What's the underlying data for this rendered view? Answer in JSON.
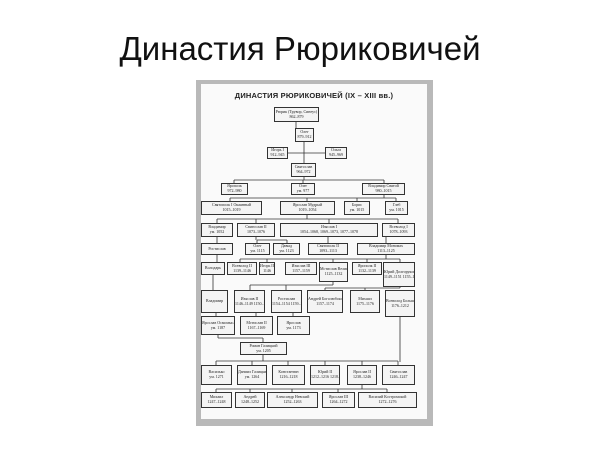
{
  "slide": {
    "title": "Династия Рюриковичей"
  },
  "diagram": {
    "title": "ДИНАСТИЯ РЮРИКОВИЧЕЙ (IX – XIII вв.)",
    "nodes": [
      {
        "name": "Рюрик (Трувор, Синеус)",
        "dates": "862–879"
      },
      {
        "name": "Олег",
        "dates": "879–912"
      },
      {
        "name": "Игорь I",
        "dates": "912–945"
      },
      {
        "name": "Ольга",
        "dates": "945–969"
      },
      {
        "name": "Святослав",
        "dates": "964–972"
      },
      {
        "name": "Ярополк",
        "dates": "972–980"
      },
      {
        "name": "Олег",
        "dates": "ум. 977"
      },
      {
        "name": "Владимир Святой",
        "dates": "980–1015"
      },
      {
        "name": "Святополк I Окаянный",
        "dates": "1015–1019"
      },
      {
        "name": "Ярослав Мудрый",
        "dates": "1019–1054"
      },
      {
        "name": "Борис",
        "dates": "ум. 1015"
      },
      {
        "name": "Глеб",
        "dates": "ум. 1015"
      },
      {
        "name": "Владимир",
        "dates": "ум. 1052"
      },
      {
        "name": "Святослав II",
        "dates": "1073–1076"
      },
      {
        "name": "Изяслав I",
        "dates": "1054–1068, 1069–1073, 1077–1078"
      },
      {
        "name": "Всеволод I",
        "dates": "1078–1093"
      },
      {
        "name": "Ростислав",
        "dates": ""
      },
      {
        "name": "Олег",
        "dates": "ум. 1115"
      },
      {
        "name": "Давыд",
        "dates": "ум. 1123"
      },
      {
        "name": "Святополк II",
        "dates": "1093–1113"
      },
      {
        "name": "Владимир Мономах",
        "dates": "1113–1125"
      },
      {
        "name": "Володарь",
        "dates": ""
      },
      {
        "name": "Всеволод II",
        "dates": "1139–1146"
      },
      {
        "name": "Игорь II",
        "dates": "1146"
      },
      {
        "name": "Изяслав III",
        "dates": "1157–1159"
      },
      {
        "name": "Мстислав Великий",
        "dates": "1125–1132"
      },
      {
        "name": "Ярополк II",
        "dates": "1132–1139"
      },
      {
        "name": "Юрий Долгорукий",
        "dates": "1149–1151 1155–1157"
      },
      {
        "name": "Владимир",
        "dates": ""
      },
      {
        "name": "Изяслав II",
        "dates": "1146–1149 1150–1154"
      },
      {
        "name": "Ростислав",
        "dates": "1154–1154 1159–1167"
      },
      {
        "name": "Андрей Боголюбский",
        "dates": "1157–1174"
      },
      {
        "name": "Михаил",
        "dates": "1175–1176"
      },
      {
        "name": "Всеволод Большое Гнездо",
        "dates": "1176–1212"
      },
      {
        "name": "Ярослав Осмомысл",
        "dates": "ум. 1187"
      },
      {
        "name": "Мстислав II",
        "dates": "1167–1169"
      },
      {
        "name": "Ярослав",
        "dates": "ум. 1173"
      },
      {
        "name": "Роман Галицкий",
        "dates": "ум. 1205"
      },
      {
        "name": "Василько",
        "dates": "ум. 1271"
      },
      {
        "name": "Даниил Галицкий",
        "dates": "ум. 1264"
      },
      {
        "name": "Константин",
        "dates": "1216–1218"
      },
      {
        "name": "Юрий II",
        "dates": "1212–1216 1218–1238"
      },
      {
        "name": "Ярослав II",
        "dates": "1238–1246"
      },
      {
        "name": "Святослав",
        "dates": "1246–1247"
      },
      {
        "name": "Михаил",
        "dates": "1247–1248"
      },
      {
        "name": "Андрей",
        "dates": "1248–1252"
      },
      {
        "name": "Александр Невский",
        "dates": "1252–1263"
      },
      {
        "name": "Ярослав III",
        "dates": "1264–1272"
      },
      {
        "name": "Василий Костромской",
        "dates": "1272–1276"
      }
    ]
  }
}
